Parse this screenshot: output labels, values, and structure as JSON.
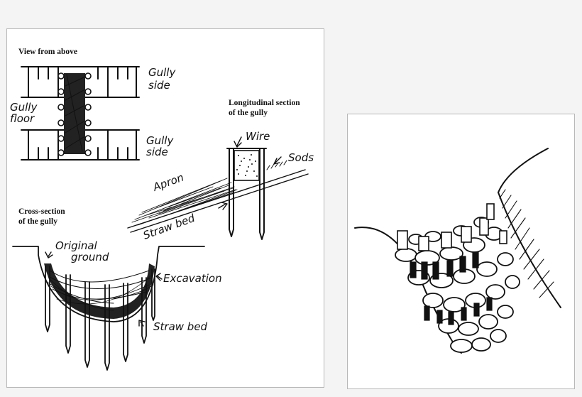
{
  "labels": {
    "view_from_above": "View from above",
    "gully_side_top_1": "Gully",
    "gully_side_top_2": "side",
    "gully_floor_1": "Gully",
    "gully_floor_2": "floor",
    "gully_side_bottom_1": "Gully",
    "gully_side_bottom_2": "side",
    "longitudinal_1": "Longitudinal section",
    "longitudinal_2": "of the gully",
    "wire": "Wire",
    "sods": "Sods",
    "apron": "Apron",
    "straw_bed_long": "Straw bed",
    "cross_section_1": "Cross-section",
    "cross_section_2": "of the gully",
    "original_1": "Original",
    "original_2": "ground",
    "excavation": "Excavation",
    "straw_bed_cross": "Straw bed"
  },
  "colors": {
    "ink": "#111111",
    "panel_bg": "#ffffff",
    "page_bg": "#f4f4f4"
  }
}
